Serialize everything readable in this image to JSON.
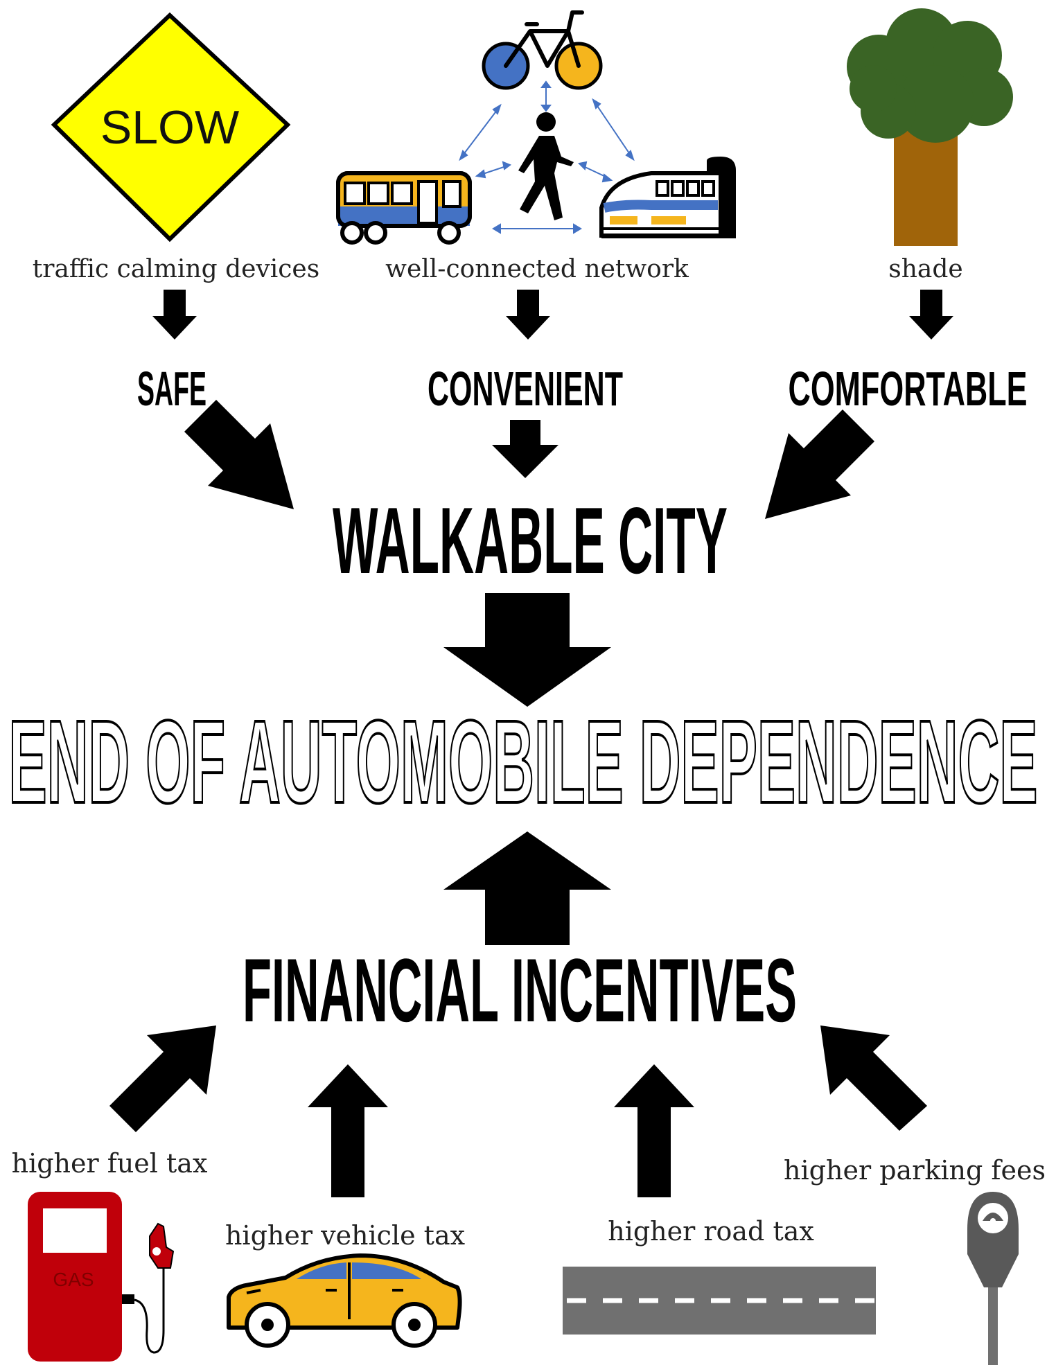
{
  "top_factors": [
    {
      "label": "traffic calming devices",
      "icon": "slow-sign-icon",
      "sign_text": "SLOW"
    },
    {
      "label": "well-connected network",
      "icon": "transit-network-icon"
    },
    {
      "label": "shade",
      "icon": "tree-icon"
    }
  ],
  "qualities": [
    "SAFE",
    "CONVENIENT",
    "COMFORTABLE"
  ],
  "walkable_city": "WALKABLE CITY",
  "outcome": "END OF AUTOMOBILE DEPENDENCE",
  "financial_incentives": "FINANCIAL INCENTIVES",
  "bottom_factors": [
    {
      "label": "higher fuel tax",
      "icon": "gas-pump-icon",
      "pump_text": "GAS"
    },
    {
      "label": "higher vehicle tax",
      "icon": "car-icon"
    },
    {
      "label": "higher road tax",
      "icon": "road-icon"
    },
    {
      "label": "higher parking fees",
      "icon": "parking-meter-icon"
    }
  ],
  "colors": {
    "arrow": "#000000",
    "sign_yellow": "#ffff00",
    "transit_blue": "#4472c4",
    "transit_orange": "#f5b51d",
    "tree_green": "#3a6425",
    "tree_trunk": "#a0640a",
    "pump_red": "#c0000a",
    "road_gray": "#707070",
    "meter_gray": "#595959"
  }
}
